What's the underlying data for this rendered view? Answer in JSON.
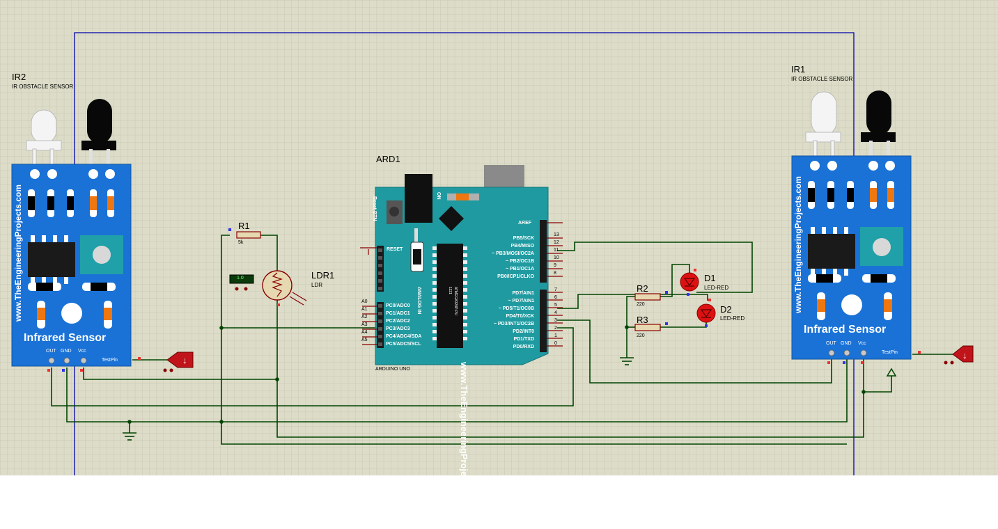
{
  "sensors": {
    "left": {
      "ref": "IR2",
      "type": "IR OBSTACLE SENSOR",
      "title": "Infrared Sensor",
      "website": "www.TheEngineeringProjects.com",
      "pins": [
        "OUT",
        "GND",
        "Vcc"
      ],
      "test_pin": "TestPin"
    },
    "right": {
      "ref": "IR1",
      "type": "IR OBSTACLE SENSOR",
      "title": "Infrared Sensor",
      "website": "www.TheEngineeringProjects.com",
      "pins": [
        "OUT",
        "GND",
        "Vcc"
      ],
      "test_pin": "TestPin"
    }
  },
  "resistors": {
    "r1": {
      "ref": "R1",
      "value": "5k"
    },
    "r2": {
      "ref": "R2",
      "value": "220"
    },
    "r3": {
      "ref": "R3",
      "value": "220"
    }
  },
  "ldr": {
    "ref": "LDR1",
    "type": "LDR",
    "reading": "1.0"
  },
  "leds": {
    "d1": {
      "ref": "D1",
      "type": "LED-RED"
    },
    "d2": {
      "ref": "D2",
      "type": "LED-RED"
    }
  },
  "arduino": {
    "ref": "ARD1",
    "model": "ARDUINO UNO",
    "website": "www.TheEngineeringProjects.com",
    "reset_btn": "Reset BTN",
    "on_label": "ON",
    "analog_in": "ANALOG IN",
    "chip": "ATMEGA328P-PU",
    "chip_num": "1121",
    "reset_pin": "RESET",
    "aref": "AREF",
    "analog_pins": [
      "A0",
      "A1",
      "A2",
      "A3",
      "A4",
      "A5"
    ],
    "analog_labels": [
      "PC0/ADC0",
      "PC1/ADC1",
      "PC2/ADC2",
      "PC3/ADC3",
      "PC4/ADC4/SDA",
      "PC5/ADC5/SCL"
    ],
    "digital_high_labels": [
      "PB5/SCK",
      "PB4/MISO",
      "~ PB3/MOSI/OC2A",
      "~ PB2/OC1B",
      "~ PB1/OC1A",
      "PB0/ICP1/CLKO"
    ],
    "digital_high_nums": [
      "13",
      "12",
      "11",
      "10",
      "9",
      "8"
    ],
    "digital_low_labels": [
      "PD7/AIN1",
      "~ PD7/AIN1",
      "~ PD5/T1/OC0B",
      "PD4/T0/XCK",
      "~ PD3/INT1/OC2B",
      "PD2/INT0",
      "PD1/TXD",
      "PD0/RXD"
    ],
    "digital_low_nums": [
      "7",
      "6",
      "5",
      "4",
      "3",
      "2",
      "1",
      "0"
    ]
  },
  "colors": {
    "grid_bg": "#dcdcc8",
    "grid_line": "#c4c4ae",
    "wire": "#004400",
    "border_wire": "#0000aa",
    "sensor_blue": "#1a72d6",
    "arduino_teal": "#1f9aa0",
    "component_red": "#880000",
    "led_red": "#dd1111"
  }
}
